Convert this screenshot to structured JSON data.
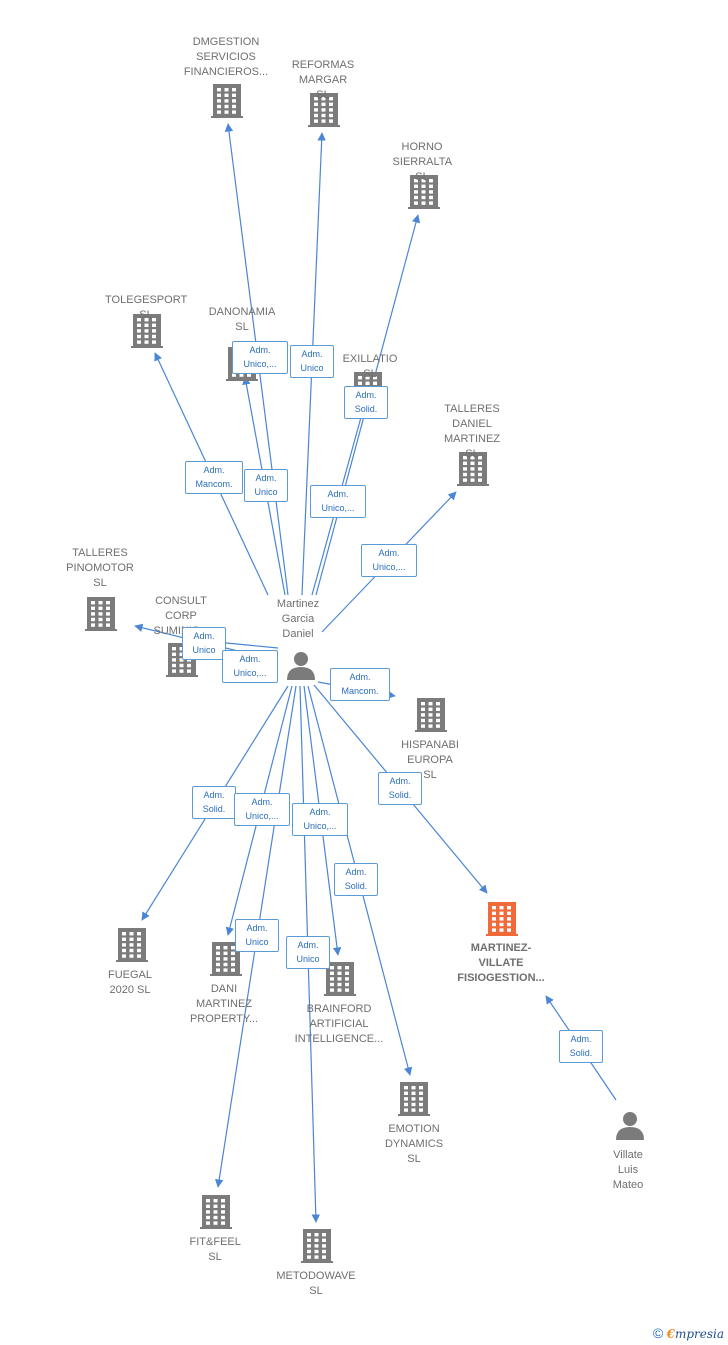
{
  "colors": {
    "edge": "#4a86d4",
    "company": "#7b7b7b",
    "company_highlight": "#f06a3a",
    "person": "#7b7b7b"
  },
  "center_person": {
    "label": "Martinez\nGarcia\nDaniel"
  },
  "other_person": {
    "label": "Villate Luis\nMateo"
  },
  "companies": [
    {
      "id": "dmgestion",
      "label": "DMGESTION\nSERVICIOS\nFINANCIEROS..."
    },
    {
      "id": "reformas",
      "label": "REFORMAS\nMARGAR  SL"
    },
    {
      "id": "horno",
      "label": "HORNO\nSIERRALTA SL"
    },
    {
      "id": "tolegesport",
      "label": "TOLEGESPORT SL"
    },
    {
      "id": "danonamia",
      "label": "DANONAMIA\nSL"
    },
    {
      "id": "exillatio",
      "label": "EXILLATIO  SL"
    },
    {
      "id": "talleres_daniel",
      "label": "TALLERES\nDANIEL\nMARTINEZ SL"
    },
    {
      "id": "talleres_pinomotor",
      "label": "TALLERES\nPINOMOTOR\nSL"
    },
    {
      "id": "consult",
      "label": "CONSULT\nCORP\nSUMINIS..."
    },
    {
      "id": "hispanabi",
      "label": "HISPANABI\nEUROPA  SL"
    },
    {
      "id": "martinez_villate",
      "label": "MARTINEZ-\nVILLATE\nFISIOGESTION..."
    },
    {
      "id": "fuegal",
      "label": "FUEGAL\n2020  SL"
    },
    {
      "id": "dani_martinez",
      "label": "DANI\nMARTINEZ\nPROPERTY..."
    },
    {
      "id": "brainford",
      "label": "BRAINFORD\nARTIFICIAL\nINTELLIGENCE..."
    },
    {
      "id": "emotion",
      "label": "EMOTION\nDYNAMICS  SL"
    },
    {
      "id": "fitfeel",
      "label": "FIT&FEEL SL"
    },
    {
      "id": "metodowave",
      "label": "METODOWAVE\nSL"
    }
  ],
  "edge_labels": [
    {
      "id": "e_dmgestion",
      "text": "Adm.\nUnico,..."
    },
    {
      "id": "e_reformas",
      "text": "Adm.\nUnico"
    },
    {
      "id": "e_exillatio",
      "text": "Adm.\nSolid."
    },
    {
      "id": "e_tolegesport",
      "text": "Adm.\nMancom."
    },
    {
      "id": "e_danonamia",
      "text": "Adm.\nUnico"
    },
    {
      "id": "e_horno",
      "text": "Adm.\nUnico,..."
    },
    {
      "id": "e_talleres_daniel",
      "text": "Adm.\nUnico,..."
    },
    {
      "id": "e_pinomotor",
      "text": "Adm.\nUnico"
    },
    {
      "id": "e_consult",
      "text": "Adm.\nUnico,..."
    },
    {
      "id": "e_hispanabi",
      "text": "Adm.\nMancom."
    },
    {
      "id": "e_martinez_villate",
      "text": "Adm.\nSolid."
    },
    {
      "id": "e_fuegal",
      "text": "Adm.\nSolid."
    },
    {
      "id": "e_dani",
      "text": "Adm.\nUnico,..."
    },
    {
      "id": "e_brainford",
      "text": "Adm.\nUnico,..."
    },
    {
      "id": "e_emotion",
      "text": "Adm.\nSolid."
    },
    {
      "id": "e_fitfeel",
      "text": "Adm.\nUnico"
    },
    {
      "id": "e_metodowave",
      "text": "Adm.\nUnico"
    },
    {
      "id": "e_villate",
      "text": "Adm.\nSolid."
    }
  ],
  "footer": {
    "copyright": "©",
    "brand_first": "€",
    "brand_rest": "mpresia"
  }
}
